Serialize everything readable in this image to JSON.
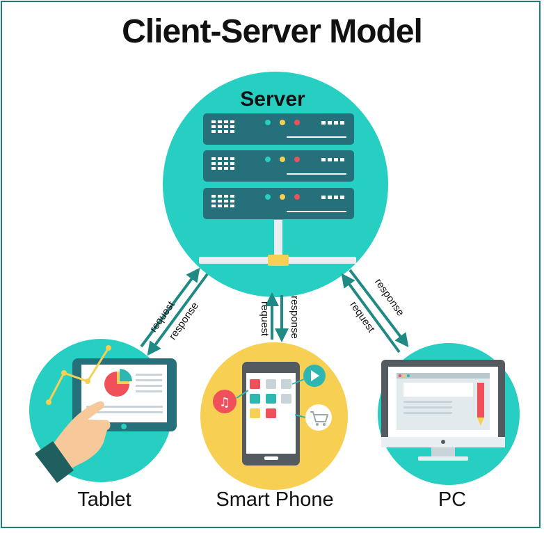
{
  "title": "Client-Server Model",
  "server": {
    "label": "Server"
  },
  "clients": {
    "tablet": "Tablet",
    "phone": "Smart Phone",
    "pc": "PC"
  },
  "edges": {
    "request": "request",
    "response": "response"
  },
  "colors": {
    "teal": "#27cfc2",
    "yellow": "#f7cf52",
    "rack": "#25707a",
    "arrow": "#1f8a84",
    "frame": "#1f7f76"
  }
}
